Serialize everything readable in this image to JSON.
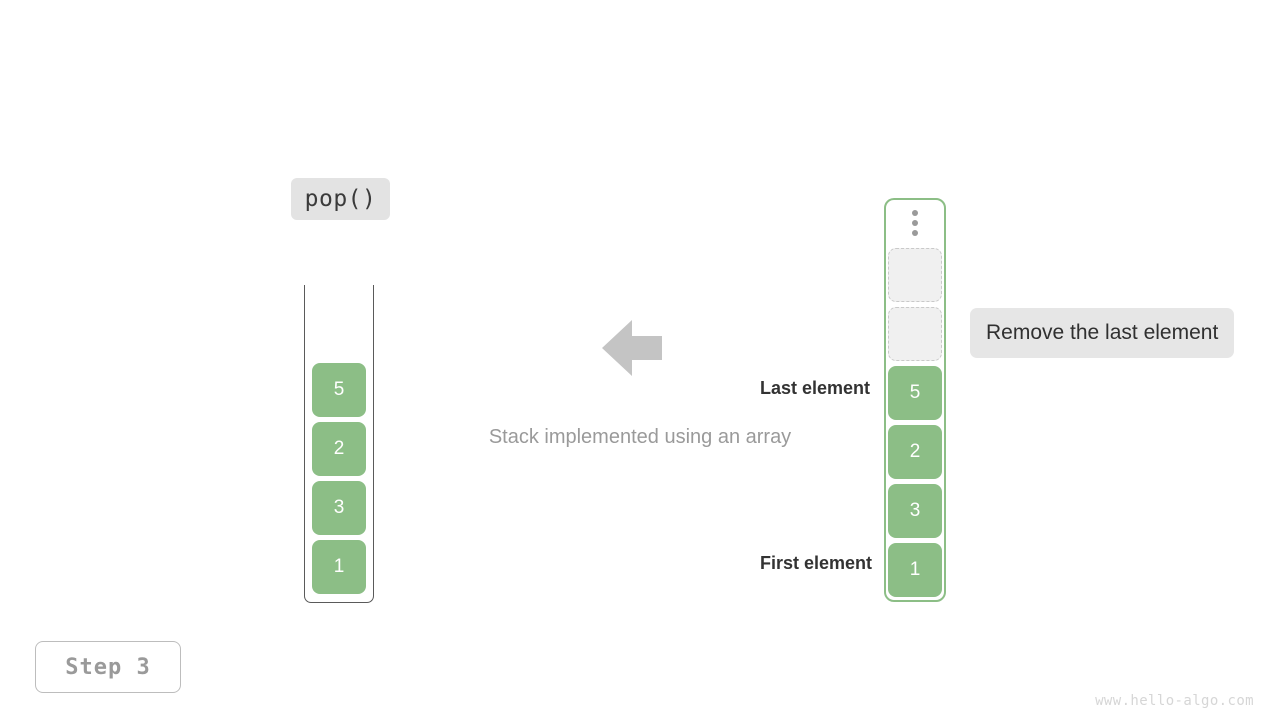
{
  "operation": {
    "label": "pop()"
  },
  "caption": "Stack implemented using an array",
  "array_container": {
    "name": "array",
    "cells": [
      {
        "value": "5"
      },
      {
        "value": "2"
      },
      {
        "value": "3"
      },
      {
        "value": "1"
      }
    ]
  },
  "stack_container": {
    "name": "stack",
    "ellipsis_icon": "vertical-ellipsis-icon",
    "empty_slots": 2,
    "cells": [
      {
        "value": "5"
      },
      {
        "value": "2"
      },
      {
        "value": "3"
      },
      {
        "value": "1"
      }
    ]
  },
  "labels": {
    "last_element": "Last element",
    "first_element": "First element"
  },
  "annotation": {
    "text": "Remove the last element"
  },
  "arrow": {
    "icon": "arrow-left-icon",
    "direction": "left"
  },
  "step": {
    "label": "Step 3"
  },
  "watermark": "www.hello-algo.com",
  "colors": {
    "accent_green": "#8cbe86",
    "container_border_gray": "#5a5a5a",
    "pill_gray": "#e3e3e3",
    "annotation_gray": "#e6e6e6",
    "arrow_gray": "#c4c4c4",
    "caption_gray": "#9a9a9a",
    "empty_slot_fill": "#f0f0f0",
    "empty_slot_border": "#c9c9c9"
  }
}
